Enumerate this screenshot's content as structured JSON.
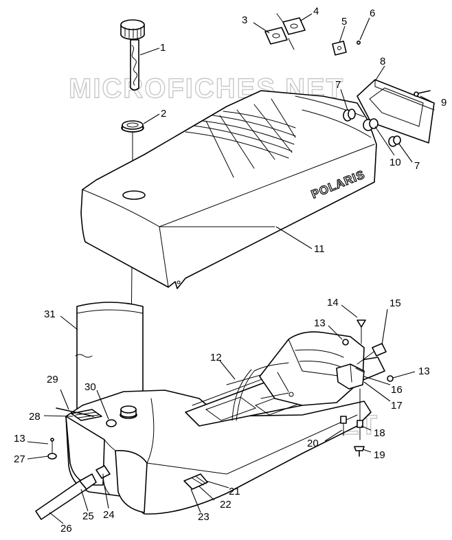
{
  "watermark": "MICROFICHES.NET",
  "brand_mark": "POLARIS",
  "callouts": [
    {
      "id": "c1",
      "text": "1"
    },
    {
      "id": "c2",
      "text": "2"
    },
    {
      "id": "c3",
      "text": "3"
    },
    {
      "id": "c4",
      "text": "4"
    },
    {
      "id": "c5",
      "text": "5"
    },
    {
      "id": "c6",
      "text": "6"
    },
    {
      "id": "c7a",
      "text": "7"
    },
    {
      "id": "c7b",
      "text": "7"
    },
    {
      "id": "c8",
      "text": "8"
    },
    {
      "id": "c9",
      "text": "9"
    },
    {
      "id": "c10",
      "text": "10"
    },
    {
      "id": "c11",
      "text": "11"
    },
    {
      "id": "c12",
      "text": "12"
    },
    {
      "id": "c13a",
      "text": "13"
    },
    {
      "id": "c13b",
      "text": "13"
    },
    {
      "id": "c13c",
      "text": "13"
    },
    {
      "id": "c14",
      "text": "14"
    },
    {
      "id": "c15",
      "text": "15"
    },
    {
      "id": "c16",
      "text": "16"
    },
    {
      "id": "c17",
      "text": "17"
    },
    {
      "id": "c18",
      "text": "18"
    },
    {
      "id": "c19",
      "text": "19"
    },
    {
      "id": "c20",
      "text": "20"
    },
    {
      "id": "c21",
      "text": "21"
    },
    {
      "id": "c22",
      "text": "22"
    },
    {
      "id": "c23",
      "text": "23"
    },
    {
      "id": "c24",
      "text": "24"
    },
    {
      "id": "c25",
      "text": "25"
    },
    {
      "id": "c26",
      "text": "26"
    },
    {
      "id": "c27",
      "text": "27"
    },
    {
      "id": "c28",
      "text": "28"
    },
    {
      "id": "c29",
      "text": "29"
    },
    {
      "id": "c30",
      "text": "30"
    },
    {
      "id": "c31",
      "text": "31"
    }
  ]
}
